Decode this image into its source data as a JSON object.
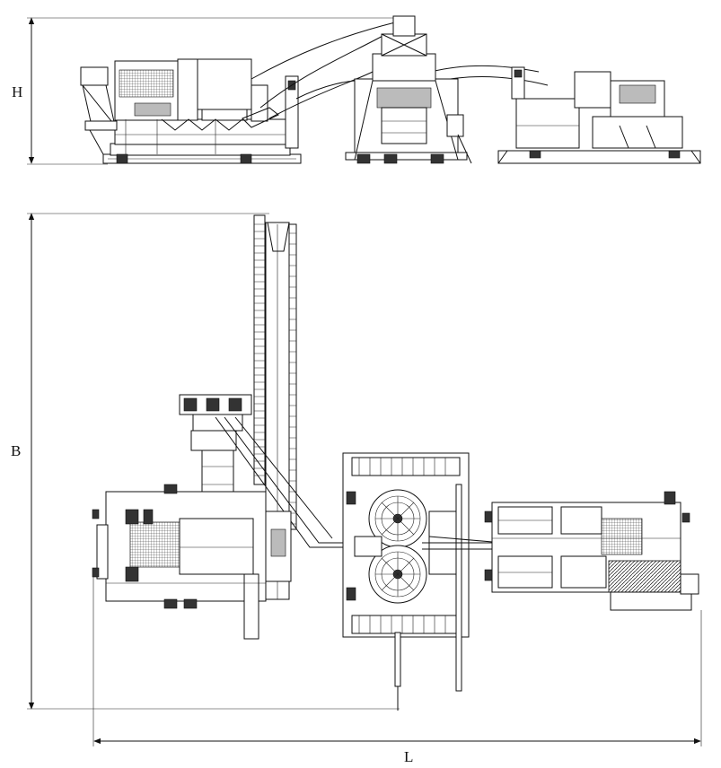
{
  "dimensions": {
    "height_label": "H",
    "width_label": "B",
    "length_label": "L"
  },
  "colors": {
    "line": "#111111",
    "background": "#ffffff"
  }
}
